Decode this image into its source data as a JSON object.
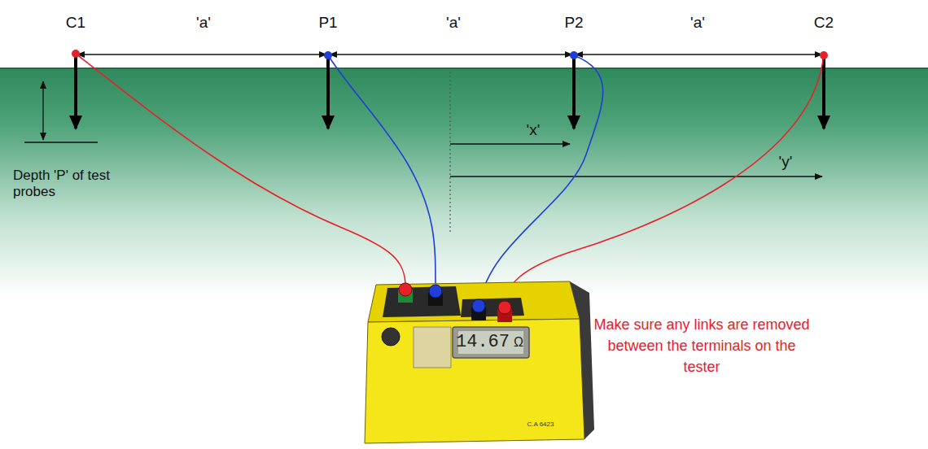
{
  "diagram": {
    "labels": [
      "C1",
      "'a'",
      "P1",
      "'a'",
      "P2",
      "'a'",
      "C2",
      "Depth 'P' of test probes",
      "'x'",
      "'y'",
      "14.67",
      "Ω",
      "C.A 6423",
      "Make sure any links are removed between the terminals on the tester"
    ]
  }
}
